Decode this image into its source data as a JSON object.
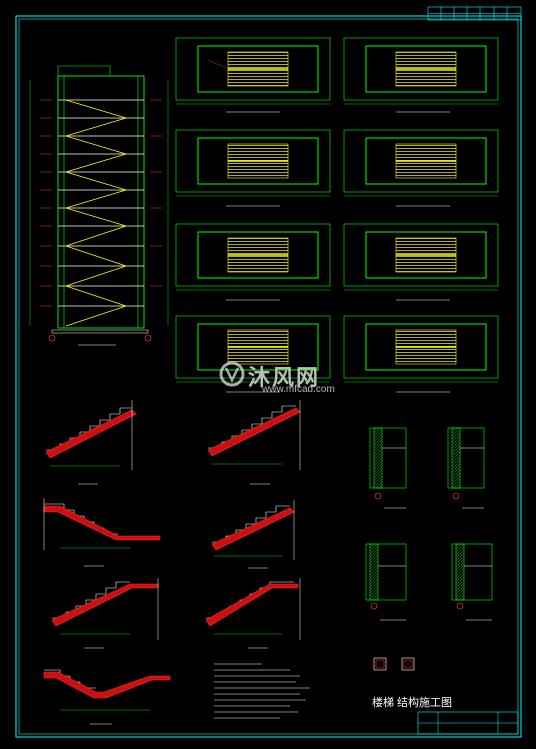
{
  "drawing": {
    "sheet_title": "楼梯 结构施工图",
    "watermark_brand": "沐风网",
    "watermark_url": "www.mfcad.com",
    "colors": {
      "background": "#000000",
      "frame": "#00ffff",
      "wall": "#00ff00",
      "stair": "#ffff00",
      "rebar": "#ff2a2a",
      "text": "#ffffff",
      "axis": "#ff4040",
      "dim": "#00d000"
    }
  }
}
